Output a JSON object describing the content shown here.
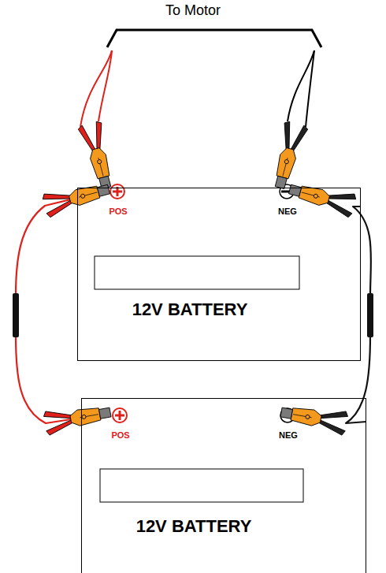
{
  "diagram": {
    "nodes": [
      {
        "text": [
          "POS",
          "NEG",
          "12V BATTERY"
        ]
      },
      {
        "text": [
          "POS",
          "NEG",
          "12V BATTERY"
        ]
      }
    ],
    "edges": [
      {
        "from": 0,
        "to": 1,
        "arrow": "none"
      },
      {
        "from": 0,
        "to": 1,
        "arrow": "none"
      }
    ],
    "labels": [
      "To Motor"
    ]
  }
}
